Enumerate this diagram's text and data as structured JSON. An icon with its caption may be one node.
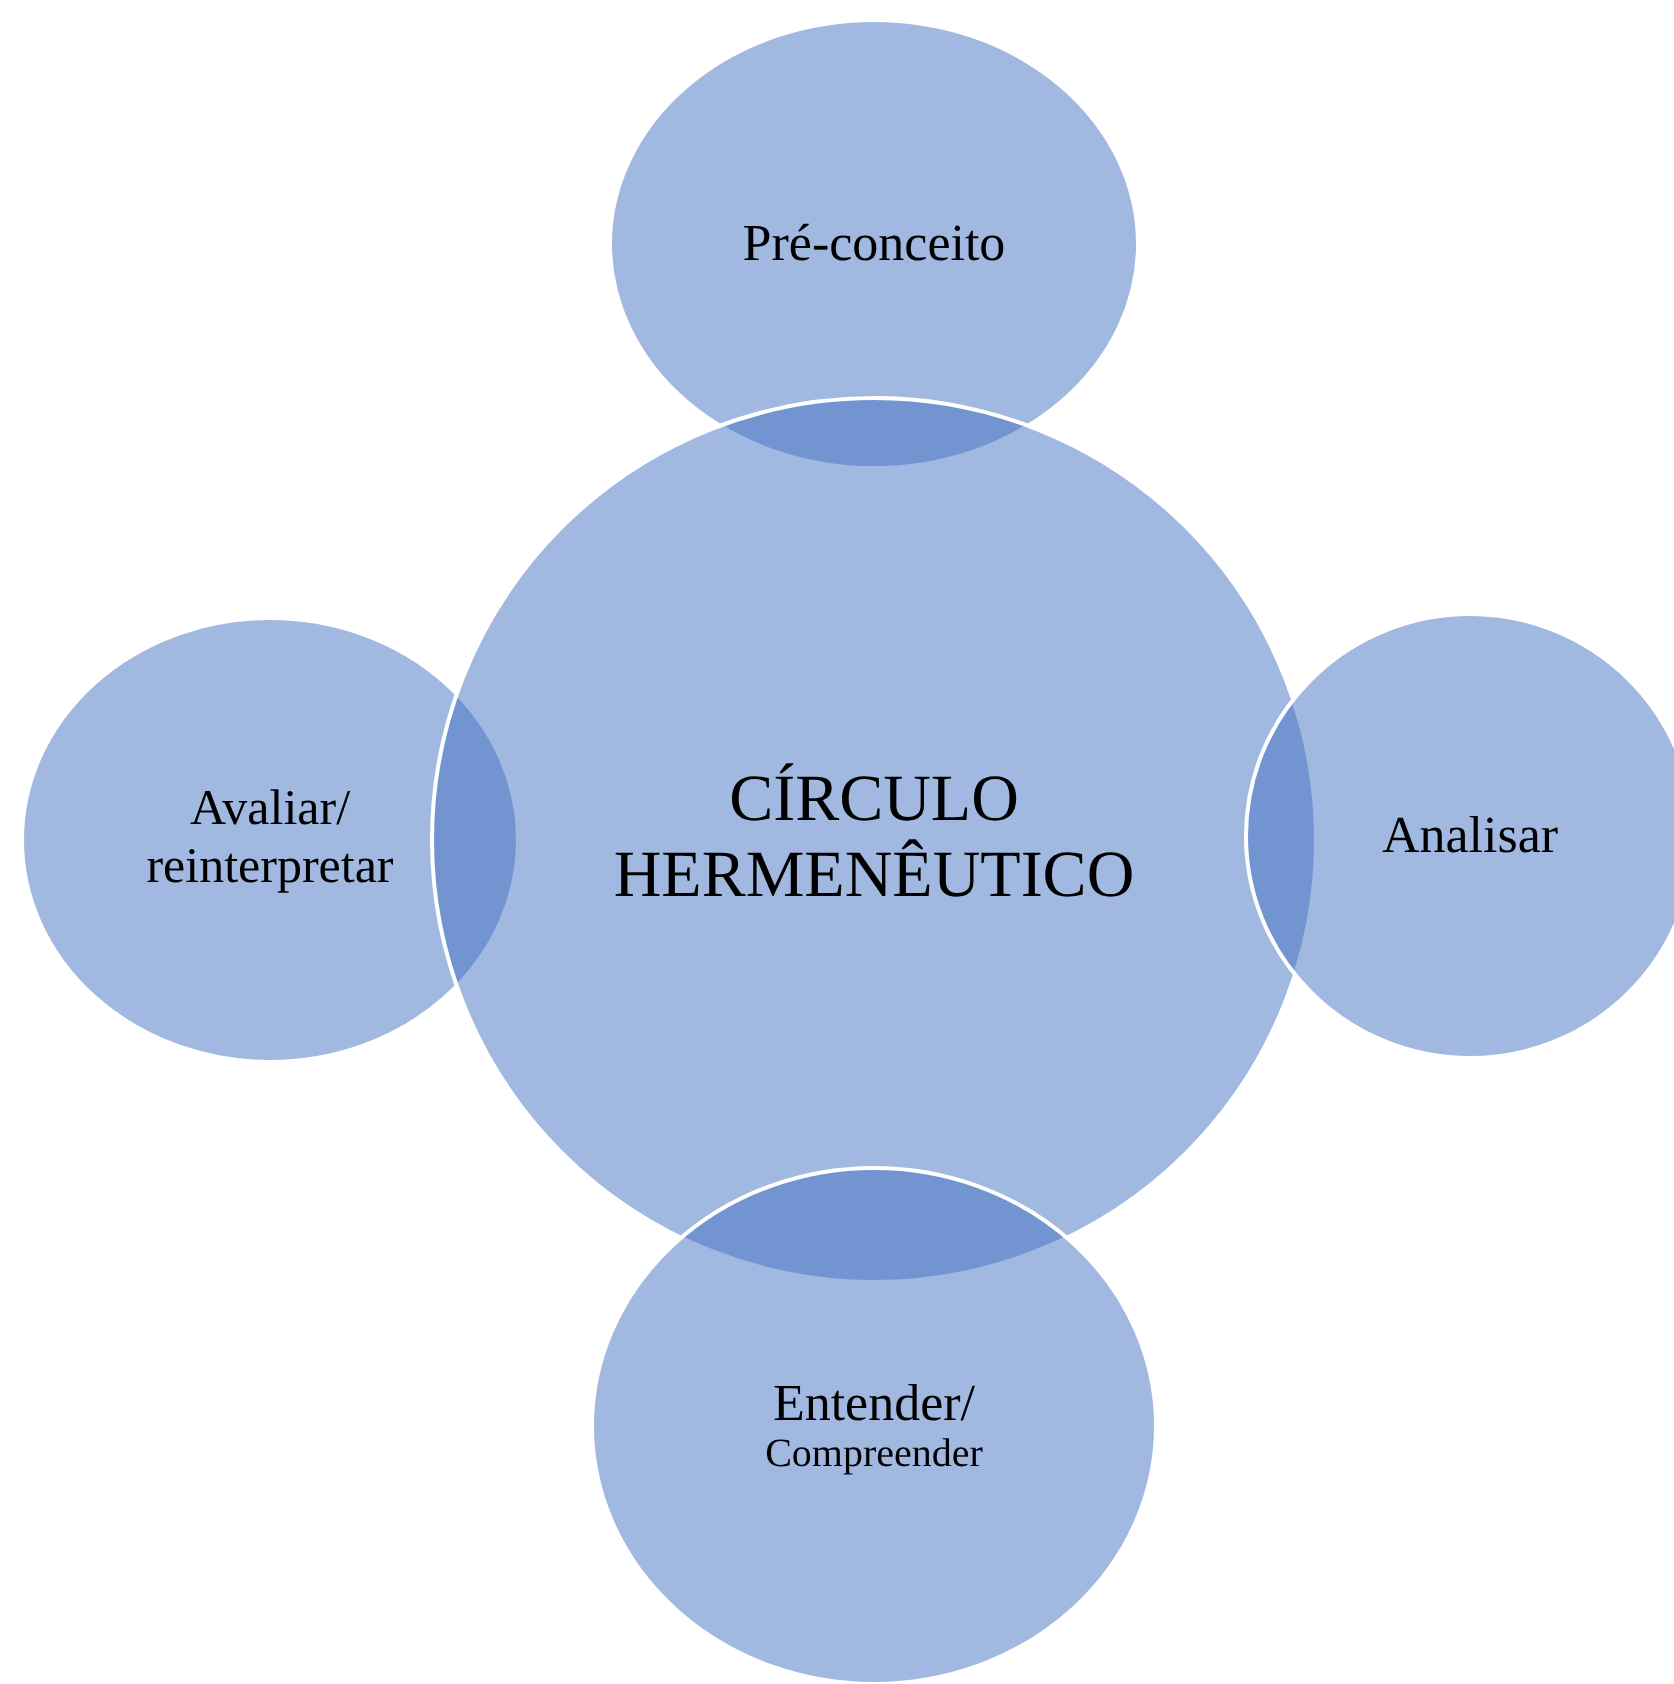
{
  "diagram": {
    "nodes": [
      {
        "text": [
          "Pré-conceito"
        ]
      },
      {
        "text": [
          "Avaliar/ reinterpretar"
        ]
      },
      {
        "text": [
          "CÍRCULO HERMENÊUTICO"
        ]
      },
      {
        "text": [
          "Analisar"
        ]
      },
      {
        "text": [
          "Entender/",
          "Compreender"
        ]
      }
    ]
  }
}
